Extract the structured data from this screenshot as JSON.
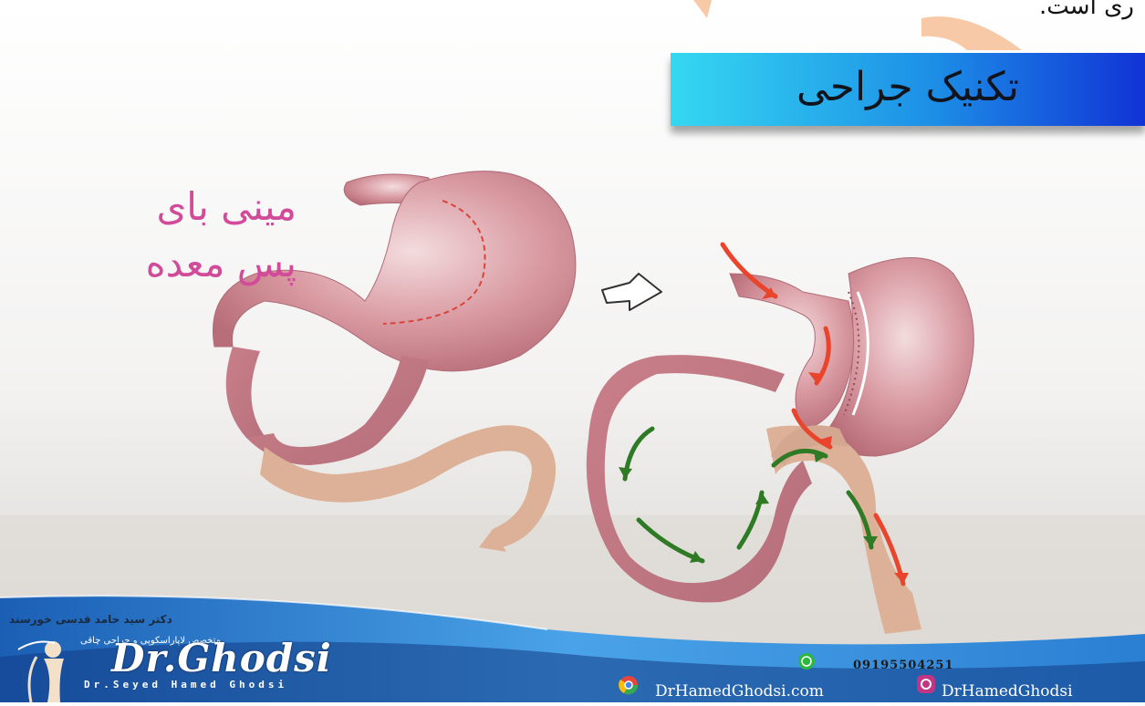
{
  "top_snippet": "ری است.",
  "title": "تکنیک جراحی",
  "procedure": {
    "line1": "مینی بای",
    "line2": "پس معده"
  },
  "footer": {
    "doctor_name_fa": "دکتر سید حامد قدسی خورسند",
    "specialty_fa": "متخصص لاپاراسکوپی و جراحی چاقی",
    "logo_script": "Dr.Ghodsi",
    "logo_sub": "Dr.Seyed Hamed Ghodsi",
    "phone": "09195504251",
    "website": "DrHamedGhodsi.com",
    "instagram": "DrHamedGhodsi"
  },
  "icons": [
    "arrow-right-icon",
    "whatsapp-icon",
    "chrome-icon",
    "instagram-icon",
    "logo-figure-icon"
  ],
  "colors": {
    "banner_start": "#35d8f2",
    "banner_end": "#1133d6",
    "label_pink": "#d24a9a",
    "stomach": "#c9868f",
    "intestine": "#d9a88f",
    "arrow_red": "#e8452c",
    "arrow_green": "#2f7a24",
    "footer_blue": "#2d7fd0"
  }
}
